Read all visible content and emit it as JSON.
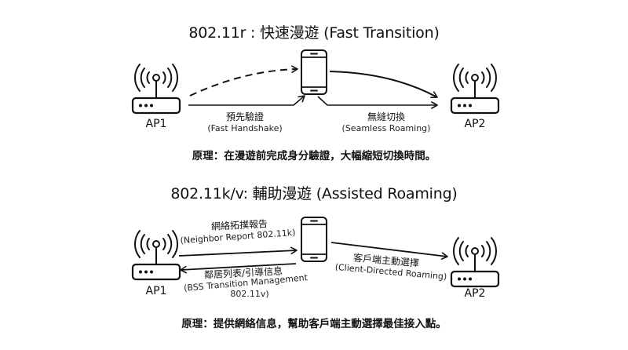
{
  "section1": {
    "title": "802.11r : 快速漫遊 (Fast Transition)",
    "ap1_label": "AP1",
    "ap2_label": "AP2",
    "arrow_left_zh": "預先驗證",
    "arrow_left_en": "(Fast Handshake)",
    "arrow_right_zh": "無縫切換",
    "arrow_right_en": "(Seamless Roaming)",
    "principle": "原理：在漫遊前完成身分驗證，大幅縮短切換時間。"
  },
  "section2": {
    "title": "802.11k/v: 輔助漫遊 (Assisted Roaming)",
    "ap1_label": "AP1",
    "ap2_label": "AP2",
    "arrow_top_zh": "網絡拓撲報告",
    "arrow_top_en": "(Neighbor Report 802.11k)",
    "arrow_bottom_zh": "鄰居列表/引導信息",
    "arrow_bottom_en1": "(BSS Transition Management",
    "arrow_bottom_en2": "802.11v)",
    "arrow_right_zh": "客戶端主動選擇",
    "arrow_right_en": "(Client-Directed Roaming)",
    "principle": "原理：提供網絡信息，幫助客戶端主動選擇最佳接入點。"
  },
  "icons": {
    "access_point": "wifi-router-icon",
    "client": "smartphone-icon"
  }
}
